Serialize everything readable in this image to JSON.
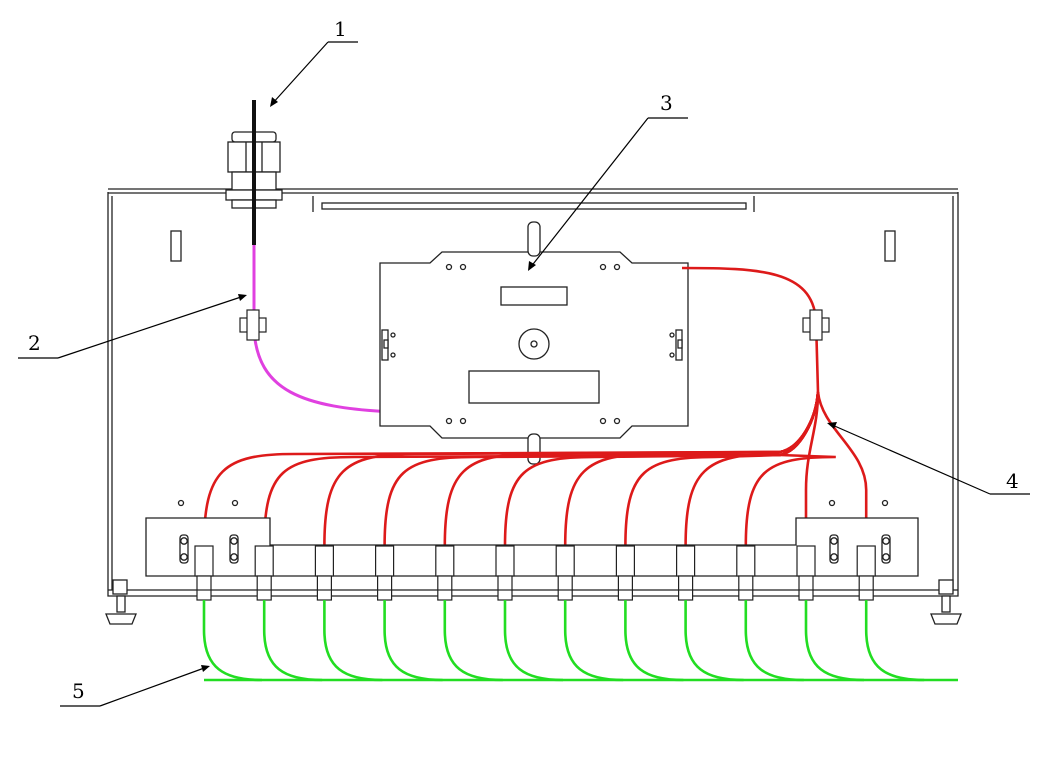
{
  "diagram": {
    "callouts": [
      {
        "id": "callout-1",
        "label": "1"
      },
      {
        "id": "callout-2",
        "label": "2"
      },
      {
        "id": "callout-3",
        "label": "3"
      },
      {
        "id": "callout-4",
        "label": "4"
      },
      {
        "id": "callout-5",
        "label": "5"
      }
    ],
    "colors": {
      "line": "#222222",
      "inbound_cable": "#e040e0",
      "fiber_pigtails": "#dd1a1a",
      "outbound_cables": "#22dd22"
    },
    "adapter_count": 12
  }
}
